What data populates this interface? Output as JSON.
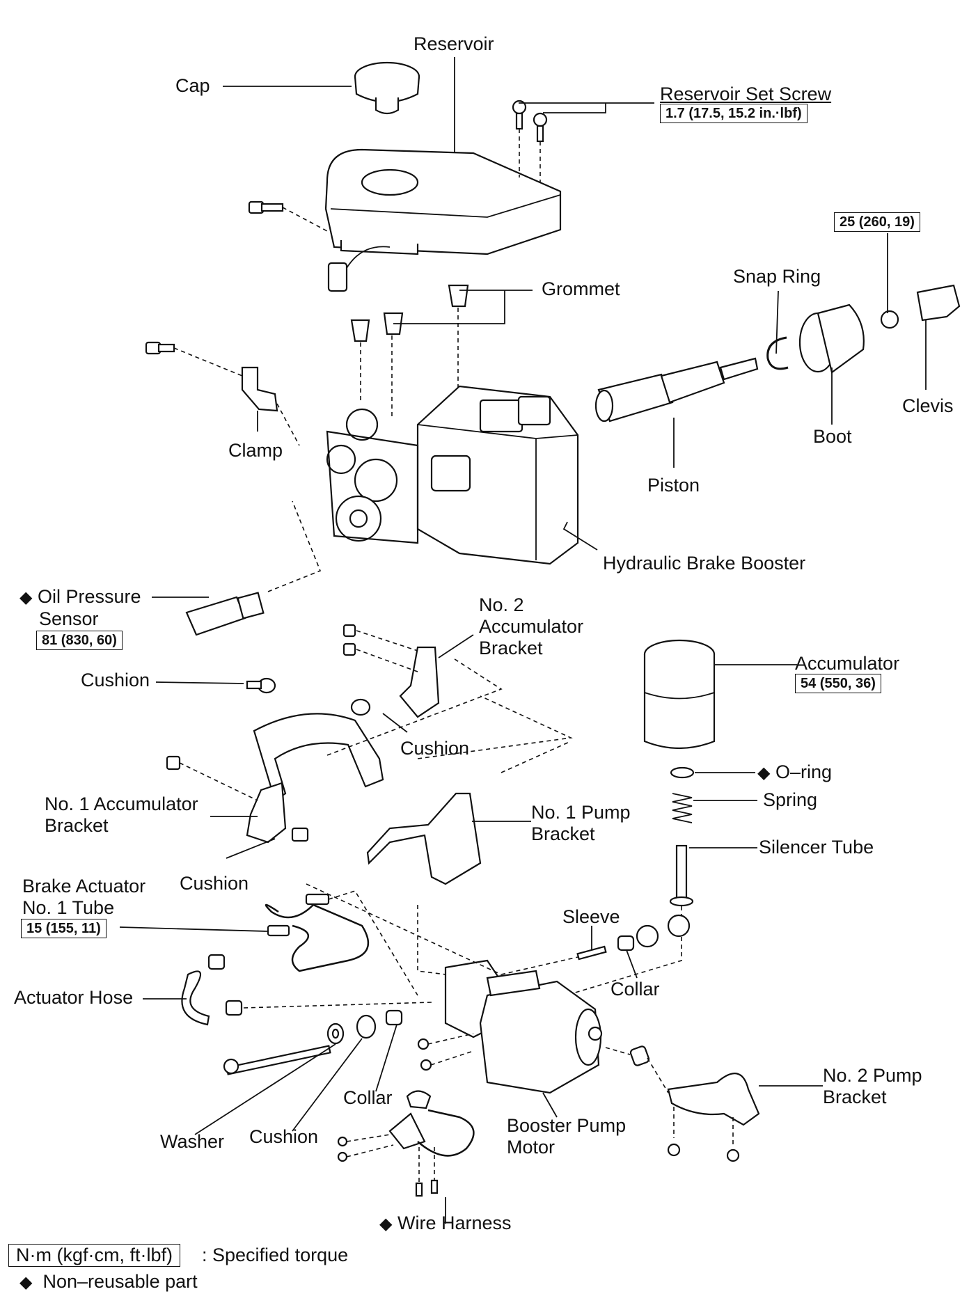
{
  "labels": {
    "reservoir": "Reservoir",
    "cap": "Cap",
    "reservoir_set_screw": "Reservoir Set Screw",
    "grommet": "Grommet",
    "snap_ring": "Snap Ring",
    "clevis": "Clevis",
    "boot": "Boot",
    "clamp": "Clamp",
    "piston": "Piston",
    "hydraulic_brake_booster": "Hydraulic Brake Booster",
    "oil_pressure_sensor_1": "Oil Pressure",
    "oil_pressure_sensor_2": "Sensor",
    "no2_acc_bracket_1": "No. 2",
    "no2_acc_bracket_2": "Accumulator",
    "no2_acc_bracket_3": "Bracket",
    "accumulator": "Accumulator",
    "cushion_a": "Cushion",
    "cushion_b": "Cushion",
    "cushion_c": "Cushion",
    "cushion_d": "Cushion",
    "o_ring": "O–ring",
    "spring": "Spring",
    "no1_acc_bracket_1": "No. 1 Accumulator",
    "no1_acc_bracket_2": "Bracket",
    "no1_pump_bracket_1": "No. 1 Pump",
    "no1_pump_bracket_2": "Bracket",
    "silencer_tube": "Silencer Tube",
    "brake_actuator_tube_1": "Brake Actuator",
    "brake_actuator_tube_2": "No. 1 Tube",
    "sleeve": "Sleeve",
    "collar_a": "Collar",
    "collar_b": "Collar",
    "actuator_hose": "Actuator Hose",
    "no2_pump_bracket_1": "No. 2 Pump",
    "no2_pump_bracket_2": "Bracket",
    "booster_pump_motor_1": "Booster Pump",
    "booster_pump_motor_2": "Motor",
    "washer": "Washer",
    "wire_harness": "Wire Harness"
  },
  "torques": {
    "reservoir_set_screw": "1.7 (17.5, 15.2 in.·lbf)",
    "clevis_nut": "25 (260, 19)",
    "oil_pressure_sensor": "81 (830, 60)",
    "accumulator": "54 (550, 36)",
    "brake_actuator_tube": "15 (155, 11)"
  },
  "legend": {
    "torque_unit": "N·m (kgf·cm, ft·lbf)",
    "torque_desc": ": Specified torque",
    "nonreusable_desc": "Non–reusable part"
  },
  "symbols": {
    "nonreusable": "◆"
  }
}
